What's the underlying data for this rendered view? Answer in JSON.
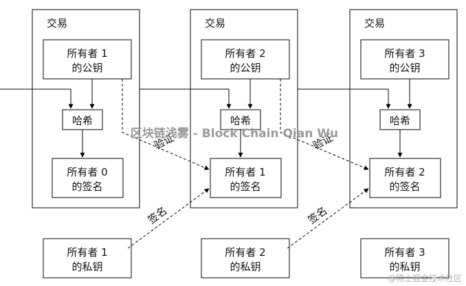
{
  "transactions": [
    {
      "title": "交易",
      "pubkey": [
        "所有者 1",
        "的公钥"
      ],
      "hash": "哈希",
      "signature": [
        "所有者 0",
        "的签名"
      ]
    },
    {
      "title": "交易",
      "pubkey": [
        "所有者 2",
        "的公钥"
      ],
      "hash": "哈希",
      "signature": [
        "所有者 1",
        "的签名"
      ]
    },
    {
      "title": "交易",
      "pubkey": [
        "所有者 3",
        "的公钥"
      ],
      "hash": "哈希",
      "signature": [
        "所有者 2",
        "的签名"
      ]
    }
  ],
  "private_keys": [
    [
      "所有者 1",
      "的私钥"
    ],
    [
      "所有者 2",
      "的私钥"
    ],
    [
      "所有者 3",
      "的私钥"
    ]
  ],
  "labels": {
    "verify": "验证",
    "sign": "签名"
  },
  "watermark": "区块链浅雾 - Block Chain Qian Wu",
  "footer_credit": "@稀土掘金技术社区",
  "colors": {
    "line": "#000000",
    "watermark": "#9a9a9a"
  }
}
